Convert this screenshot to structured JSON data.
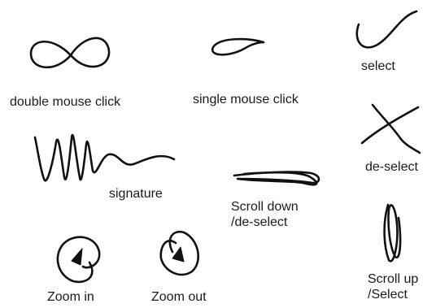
{
  "gestures": [
    {
      "id": "double-click",
      "label": "double mouse click"
    },
    {
      "id": "single-click",
      "label": "single mouse click"
    },
    {
      "id": "select",
      "label": "select"
    },
    {
      "id": "signature",
      "label": "signature"
    },
    {
      "id": "scroll-down",
      "label": "Scroll down\n/de-select"
    },
    {
      "id": "deselect",
      "label": "de-select"
    },
    {
      "id": "zoom-in",
      "label": "Zoom in"
    },
    {
      "id": "zoom-out",
      "label": "Zoom out"
    },
    {
      "id": "scroll-up",
      "label": "Scroll up\n/Select"
    }
  ],
  "colors": {
    "stroke": "#111111",
    "text": "#1a1a1a",
    "background": "#ffffff"
  }
}
